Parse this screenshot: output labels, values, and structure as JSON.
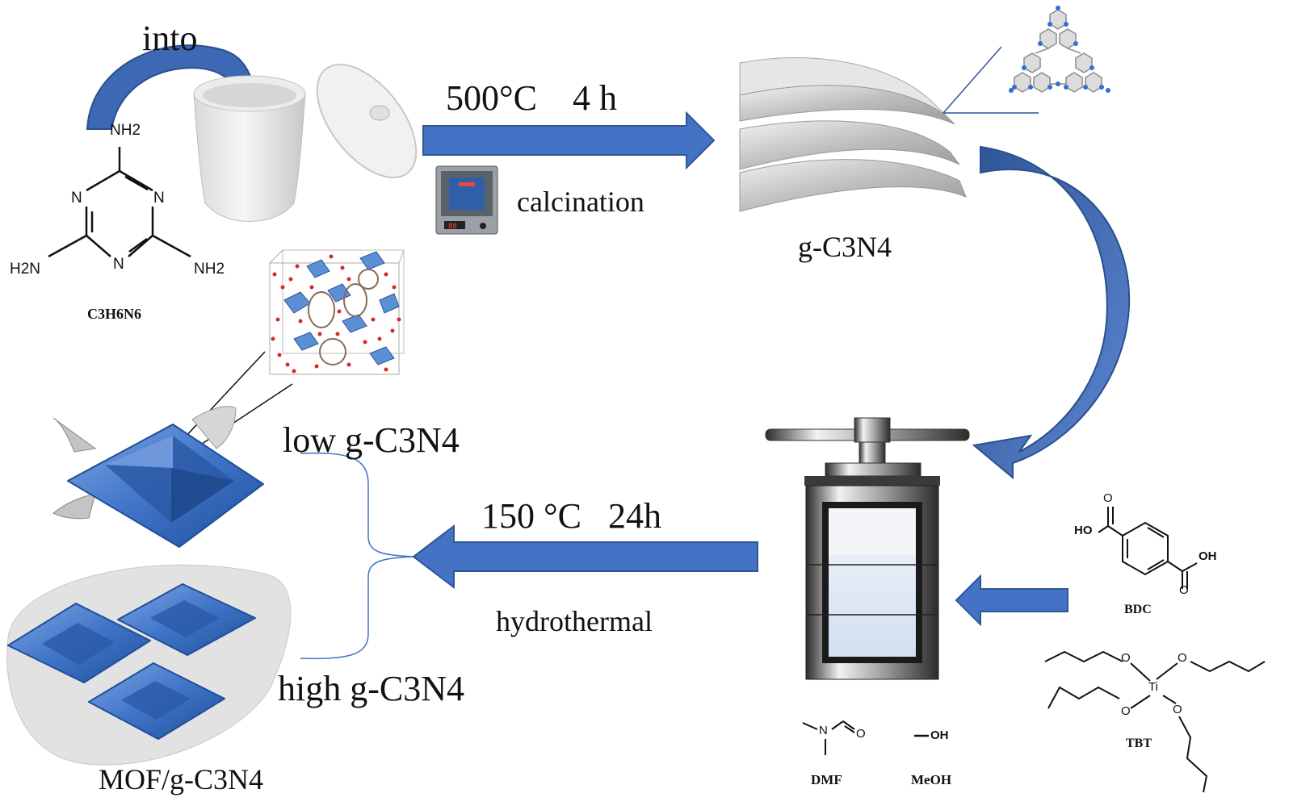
{
  "labels": {
    "into": "into",
    "calcination_condition": "500°C    4 h",
    "calcination": "calcination",
    "gcn": "g-C3N4",
    "melamine_formula": "C3H6N6",
    "low": "low g-C3N4",
    "high": "high g-C3N4",
    "hydrothermal_condition": "150 °C   24h",
    "hydrothermal": "hydrothermal",
    "product": "MOF/g-C3N4"
  },
  "molecules": {
    "melamine": {
      "nh2_top": "NH2",
      "nh2_left": "H2N",
      "nh2_right": "NH2",
      "n": "N"
    },
    "bdc": {
      "ho": "HO",
      "oh": "OH",
      "o": "O",
      "name": "BDC"
    },
    "tbt": {
      "ti": "Ti",
      "o": "O",
      "name": "TBT"
    },
    "dmf": {
      "n": "N",
      "o": "O",
      "name": "DMF"
    },
    "meoh": {
      "formula": "OH",
      "name": "MeOH"
    }
  },
  "colors": {
    "arrow_blue": "#4472c4",
    "arrow_dark": "#2f5597",
    "mof_blue": "#4a7fcf",
    "sheet_gray": "#b9b9b9"
  }
}
